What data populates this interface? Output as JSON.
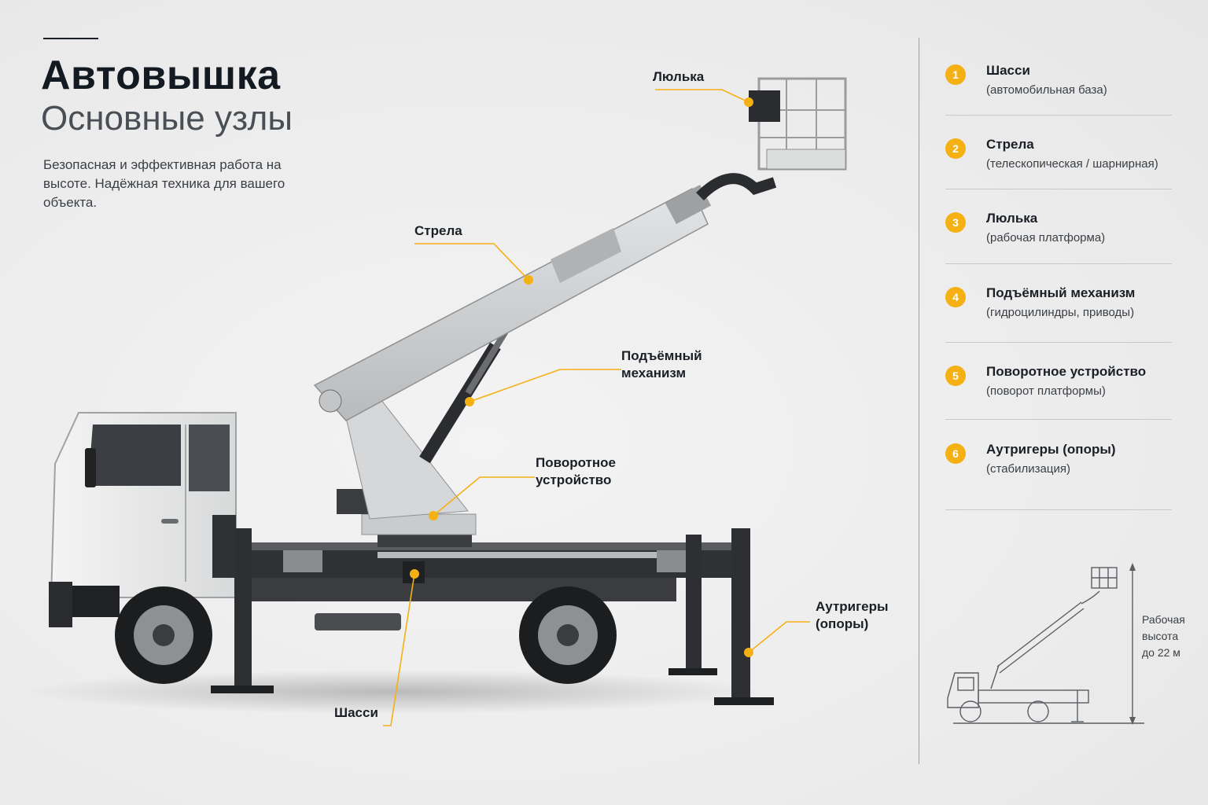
{
  "header": {
    "title": "Автовышка",
    "subtitle": "Основные узлы",
    "description": "Безопасная и эффективная работа на высоте. Надёжная техника для вашего объекта."
  },
  "callouts": {
    "basket": "Люлька",
    "boom": "Стрела",
    "lift_line1": "Подъёмный",
    "lift_line2": "механизм",
    "turntable_line1": "Поворотное",
    "turntable_line2": "устройство",
    "outriggers_line1": "Аутригеры",
    "outriggers_line2": "(опоры)",
    "chassis": "Шасси"
  },
  "legend": [
    {
      "num": "1",
      "title": "Шасси",
      "subtitle": "(автомобильная база)"
    },
    {
      "num": "2",
      "title": "Стрела",
      "subtitle": "(телескопическая / шарнирная)"
    },
    {
      "num": "3",
      "title": "Люлька",
      "subtitle": "(рабочая платформа)"
    },
    {
      "num": "4",
      "title": "Подъёмный механизм",
      "subtitle": "(гидроцилиндры, приводы)"
    },
    {
      "num": "5",
      "title": "Поворотное устройство",
      "subtitle": "(поворот платформы)"
    },
    {
      "num": "6",
      "title": "Аутригеры (опоры)",
      "subtitle": "(стабилизация)"
    }
  ],
  "height_note": {
    "line1": "Рабочая",
    "line2": "высота",
    "line3": "до 22 м"
  },
  "colors": {
    "accent": "#f5b014",
    "text_dark": "#1a1f26",
    "boom_gray": "#c9cbcd",
    "chassis_dark": "#2a2c2f"
  }
}
